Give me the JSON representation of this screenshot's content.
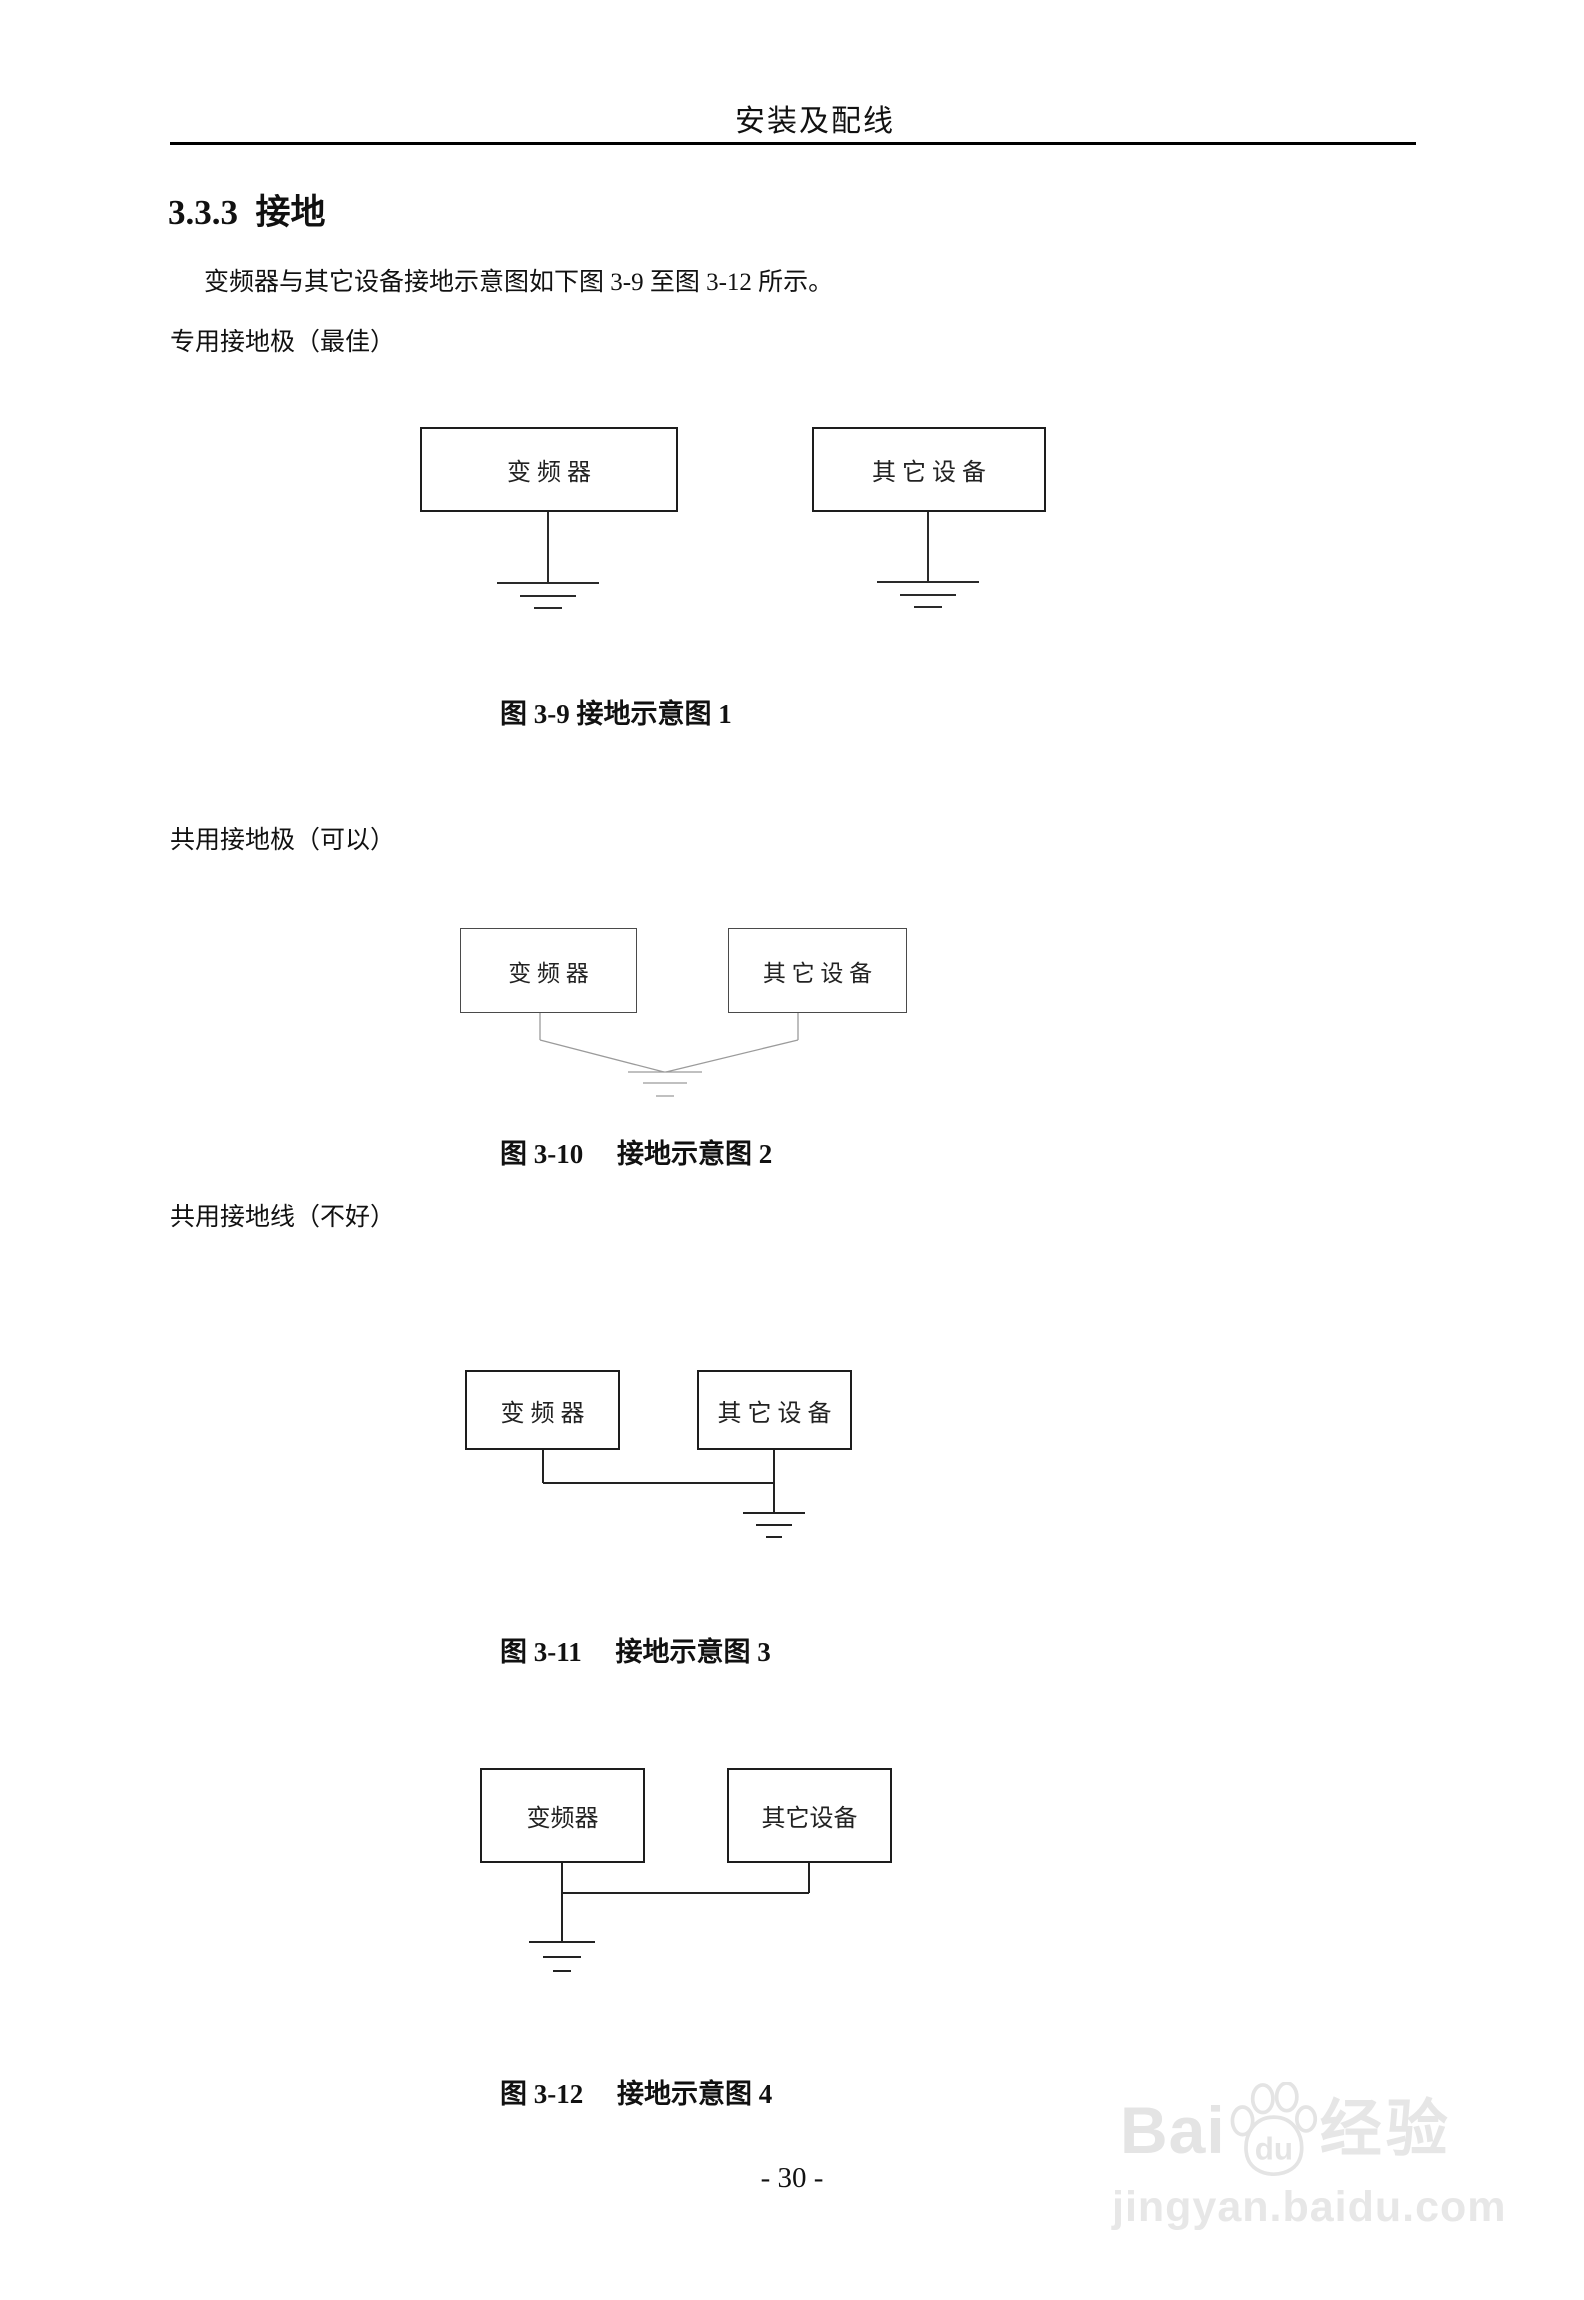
{
  "page": {
    "header": "安装及配线",
    "section_title": "3.3.3  接地",
    "intro": "变频器与其它设备接地示意图如下图 3-9 至图 3-12 所示。",
    "page_number": "- 30 -"
  },
  "diagram1": {
    "label": "专用接地极（最佳）",
    "left_box": "变 频 器",
    "right_box": "其 它 设 备",
    "caption": "图 3-9 接地示意图 1"
  },
  "diagram2": {
    "label": "共用接地极（可以）",
    "left_box": "变 频 器",
    "right_box": "其 它 设 备",
    "caption": "图 3-10     接地示意图 2"
  },
  "diagram3": {
    "label": "共用接地线（不好）",
    "left_box": "变 频 器",
    "right_box": "其 它 设 备",
    "caption": "图 3-11     接地示意图 3"
  },
  "diagram4": {
    "left_box": "变频器",
    "right_box": "其它设备",
    "caption": "图 3-12     接地示意图 4"
  },
  "watermark": {
    "brand_prefix": "Bai",
    "paw_text": "du",
    "brand_suffix": "经验",
    "url": "jingyan.baidu.com"
  }
}
